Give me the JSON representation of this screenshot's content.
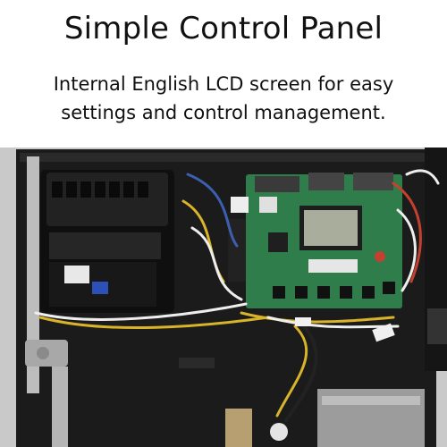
{
  "header": {
    "title": "Simple Control Panel",
    "subtitle": "Internal English LCD screen for easy settings and control management."
  },
  "photo": {
    "subject": "control-panel-interior",
    "colors": {
      "cabinet": "#1b1b1b",
      "pcb": "#2f7d4a",
      "lcd": "#a9ad9b",
      "wire_white": "#eeeeee",
      "wire_yellow": "#d9b42a",
      "wire_blue": "#3c5fb0"
    }
  }
}
